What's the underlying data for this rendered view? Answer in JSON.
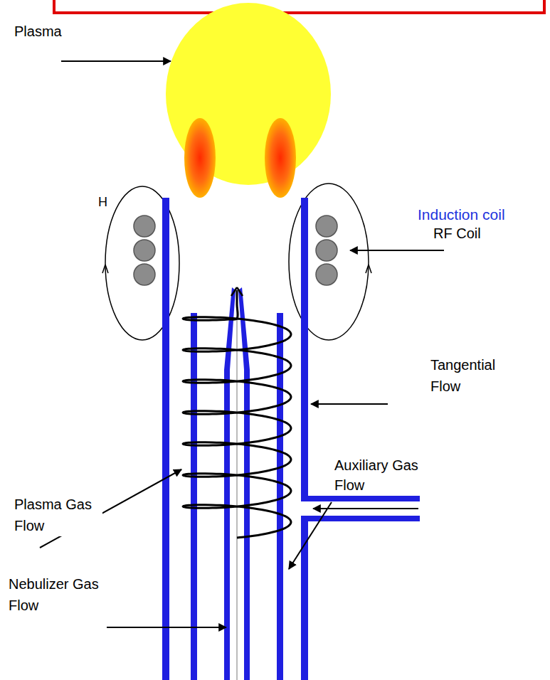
{
  "diagram": {
    "labels": [
      "Plasma",
      "H",
      "Induction coil",
      "RF Coil",
      "Tangential Flow",
      "Plasma Gas Flow",
      "Nebulizer Gas Flow",
      "Auxiliary Gas Flow"
    ]
  }
}
